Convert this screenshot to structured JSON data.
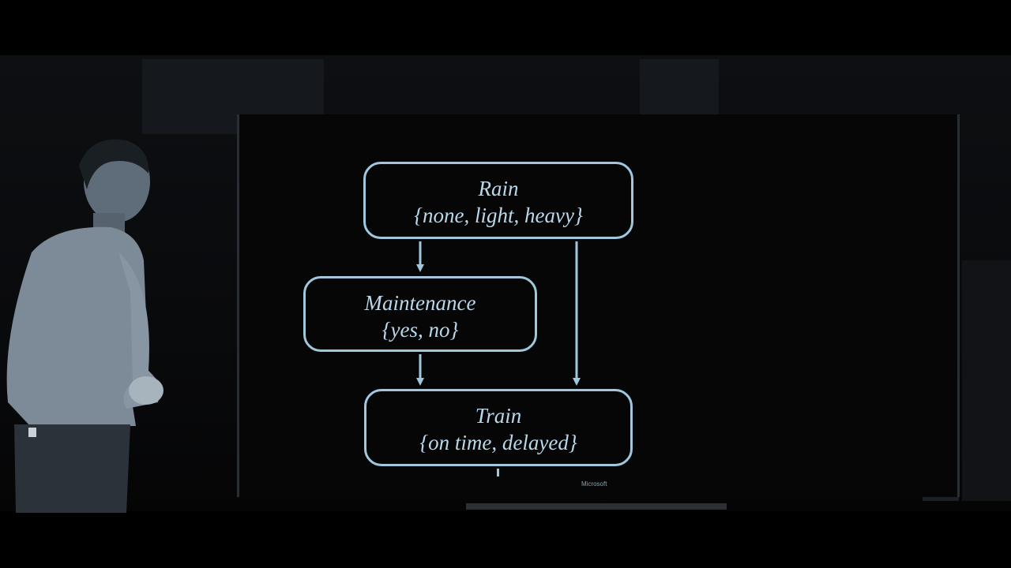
{
  "diagram": {
    "nodes": {
      "rain": {
        "title": "Rain",
        "values": "{none, light, heavy}"
      },
      "maintenance": {
        "title": "Maintenance",
        "values": "{yes, no}"
      },
      "train": {
        "title": "Train",
        "values": "{on time, delayed}"
      }
    },
    "edges": [
      {
        "from": "Rain",
        "to": "Maintenance"
      },
      {
        "from": "Rain",
        "to": "Train"
      },
      {
        "from": "Maintenance",
        "to": "Train"
      }
    ]
  },
  "slide": {
    "logo_text": "Microsoft"
  },
  "colors": {
    "node_stroke": "#9fc8dc",
    "node_text": "#b9d9ea",
    "background": "#000000"
  }
}
